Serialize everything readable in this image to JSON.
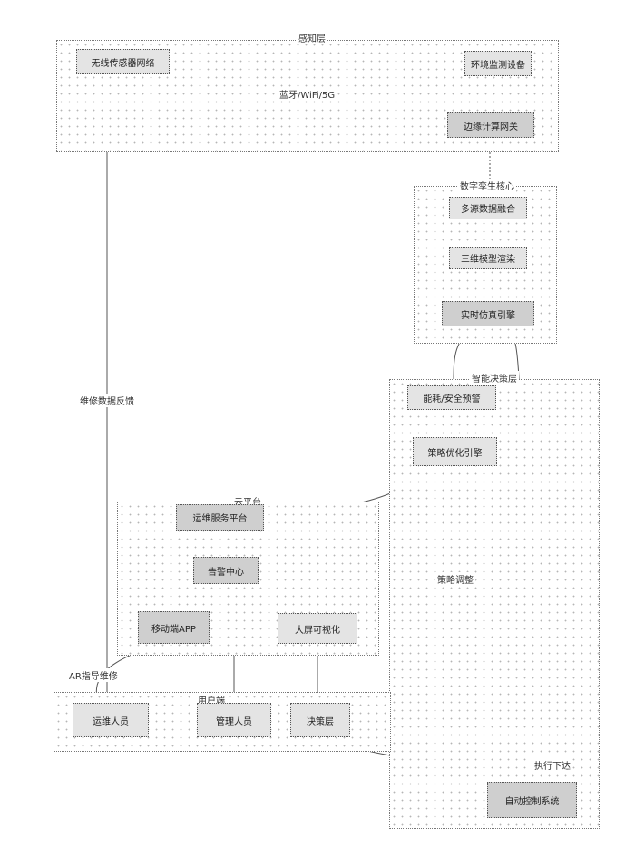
{
  "clusters": {
    "sense": "感知层",
    "twin": "数字孪生核心",
    "decide": "智能决策层",
    "cloud": "云平台",
    "user": "用户端"
  },
  "nodes": {
    "sensor_network": "无线传感器网络",
    "env_monitor": "环境监测设备",
    "edge_gateway": "边缘计算网关",
    "data_fusion": "多源数据融合",
    "model_render": "三维模型渲染",
    "realtime_sim": "实时仿真引擎",
    "energy_mgmt": "能耗/安全预警",
    "strategy_engine": "策略优化引擎",
    "ops_platform": "运维服务平台",
    "alarm_center": "告警中心",
    "mobile_app": "移动端APP",
    "bigscreen": "大屏可视化",
    "ops_person": "运维人员",
    "manager": "管理人员",
    "decision": "决策层",
    "auto_control": "自动控制系统"
  },
  "edge_labels": {
    "protocol": "蓝牙/WiFi/5G",
    "feedback": "维修数据反馈",
    "ar_guide": "AR指导维修",
    "strategy_adjust": "策略调整",
    "execute": "执行下达"
  }
}
